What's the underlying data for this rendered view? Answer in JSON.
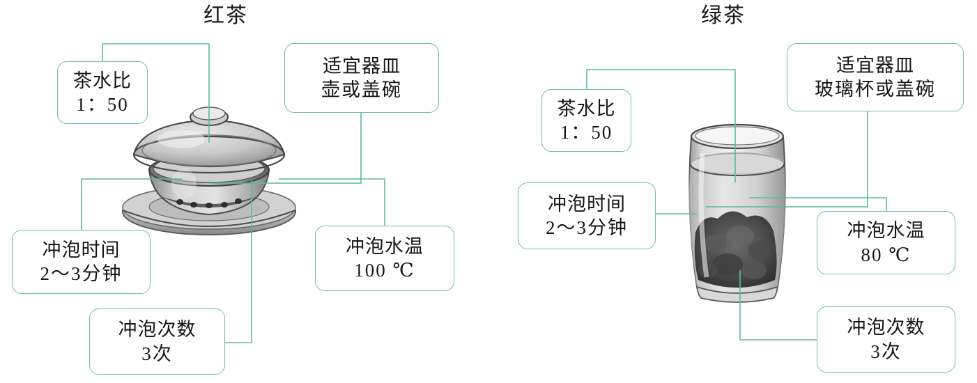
{
  "sections": [
    {
      "id": "black-tea",
      "title": "红茶",
      "illustration": "gaiwan-illustration",
      "callouts": [
        {
          "key": "ratio",
          "line1": "茶水比",
          "line2": "1：50"
        },
        {
          "key": "vessel",
          "line1": "适宜器皿",
          "line2": "壶或盖碗"
        },
        {
          "key": "time",
          "line1": "冲泡时间",
          "line2": "2～3分钟"
        },
        {
          "key": "temp",
          "line1": "冲泡水温",
          "line2": "100 ℃"
        },
        {
          "key": "count",
          "line1": "冲泡次数",
          "line2": "3次"
        }
      ]
    },
    {
      "id": "green-tea",
      "title": "绿茶",
      "illustration": "glass-illustration",
      "callouts": [
        {
          "key": "ratio",
          "line1": "茶水比",
          "line2": "1：50"
        },
        {
          "key": "vessel",
          "line1": "适宜器皿",
          "line2": "玻璃杯或盖碗"
        },
        {
          "key": "time",
          "line1": "冲泡时间",
          "line2": "2～3分钟"
        },
        {
          "key": "temp",
          "line1": "冲泡水温",
          "line2": "80 ℃"
        },
        {
          "key": "count",
          "line1": "冲泡次数",
          "line2": "3次"
        }
      ]
    }
  ],
  "colors": {
    "connector": "#5fbb92",
    "callout_border": "#6cc39b",
    "text": "#141619",
    "background": "#ffffff"
  }
}
